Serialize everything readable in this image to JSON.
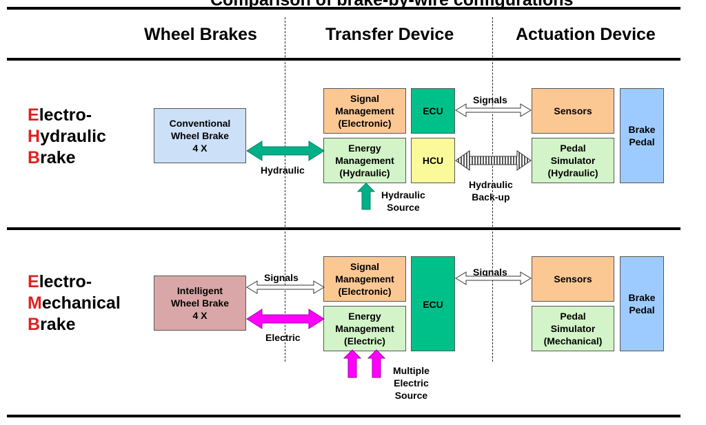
{
  "title": "Comparison of brake-by-wire configurations",
  "columns": {
    "wheel_brakes": "Wheel Brakes",
    "transfer_device": "Transfer Device",
    "actuation_device": "Actuation Device"
  },
  "ehb": {
    "label": {
      "line1_cap": "E",
      "line1_rest": "lectro-",
      "line2_cap": "H",
      "line2_rest": "ydraulic",
      "line3_cap": "B",
      "line3_rest": "rake"
    },
    "wheel_brake": {
      "line1": "Conventional",
      "line2": "Wheel Brake",
      "line3": "4 X"
    },
    "hydraulic_arrow_label": "Hydraulic",
    "signal_mgmt": {
      "line1": "Signal",
      "line2": "Management",
      "line3": "(Electronic)"
    },
    "energy_mgmt": {
      "line1": "Energy",
      "line2": "Management",
      "line3": "(Hydraulic)"
    },
    "ecu": "ECU",
    "hcu": "HCU",
    "source_label": {
      "line1": "Hydraulic",
      "line2": "Source"
    },
    "signals_label": "Signals",
    "backup_label": {
      "line1": "Hydraulic",
      "line2": "Back-up"
    },
    "sensors": "Sensors",
    "pedal_sim": {
      "line1": "Pedal",
      "line2": "Simulator",
      "line3": "(Hydraulic)"
    },
    "brake_pedal": {
      "line1": "Brake",
      "line2": "Pedal"
    }
  },
  "emb": {
    "label": {
      "line1_cap": "E",
      "line1_rest": "lectro-",
      "line2_cap": "M",
      "line2_rest": "echanical",
      "line3_cap": "B",
      "line3_rest": "rake"
    },
    "wheel_brake": {
      "line1": "Intelligent",
      "line2": "Wheel Brake",
      "line3": "4 X"
    },
    "signals_wheel_label": "Signals",
    "electric_label": "Electric",
    "signal_mgmt": {
      "line1": "Signal",
      "line2": "Management",
      "line3": "(Electronic)"
    },
    "energy_mgmt": {
      "line1": "Energy",
      "line2": "Management",
      "line3": "(Electric)"
    },
    "ecu": "ECU",
    "source_label": {
      "line1": "Multiple",
      "line2": "Electric",
      "line3": "Source"
    },
    "signals_label": "Signals",
    "sensors": "Sensors",
    "pedal_sim": {
      "line1": "Pedal",
      "line2": "Simulator",
      "line3": "(Mechanical)"
    },
    "brake_pedal": {
      "line1": "Brake",
      "line2": "Pedal"
    }
  },
  "colors": {
    "signal_box": "#fbc894",
    "energy_box": "#d2f4c8",
    "ecu_box": "#00c08a",
    "hcu_box": "#fbfa9a",
    "brake_pedal_box": "#9ecbff",
    "conventional_wheel_brake": "#cce0f7",
    "intelligent_wheel_brake": "#d9a7a7",
    "hydraulic_arrow": "#00b088",
    "electric_arrow": "#ff00ff",
    "accent_red": "#e02020"
  }
}
